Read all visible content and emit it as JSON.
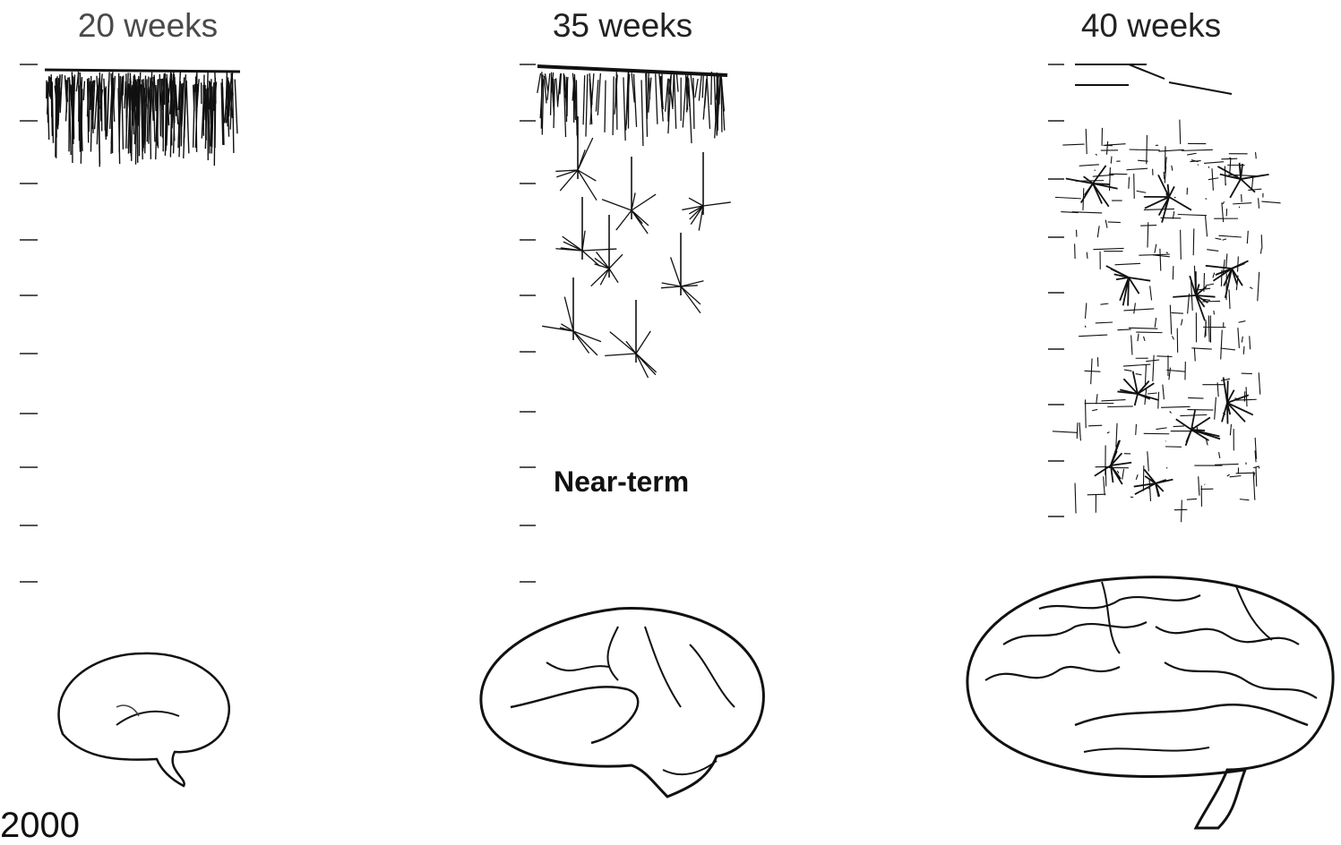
{
  "panels": [
    {
      "title": "20 weeks"
    },
    {
      "title": "35 weeks",
      "sublabel": "Near-term"
    },
    {
      "title": "40 weeks"
    }
  ],
  "footer": {
    "clipped_text": "2000"
  },
  "colors": {
    "ink": "#111111",
    "background": "#ffffff"
  }
}
